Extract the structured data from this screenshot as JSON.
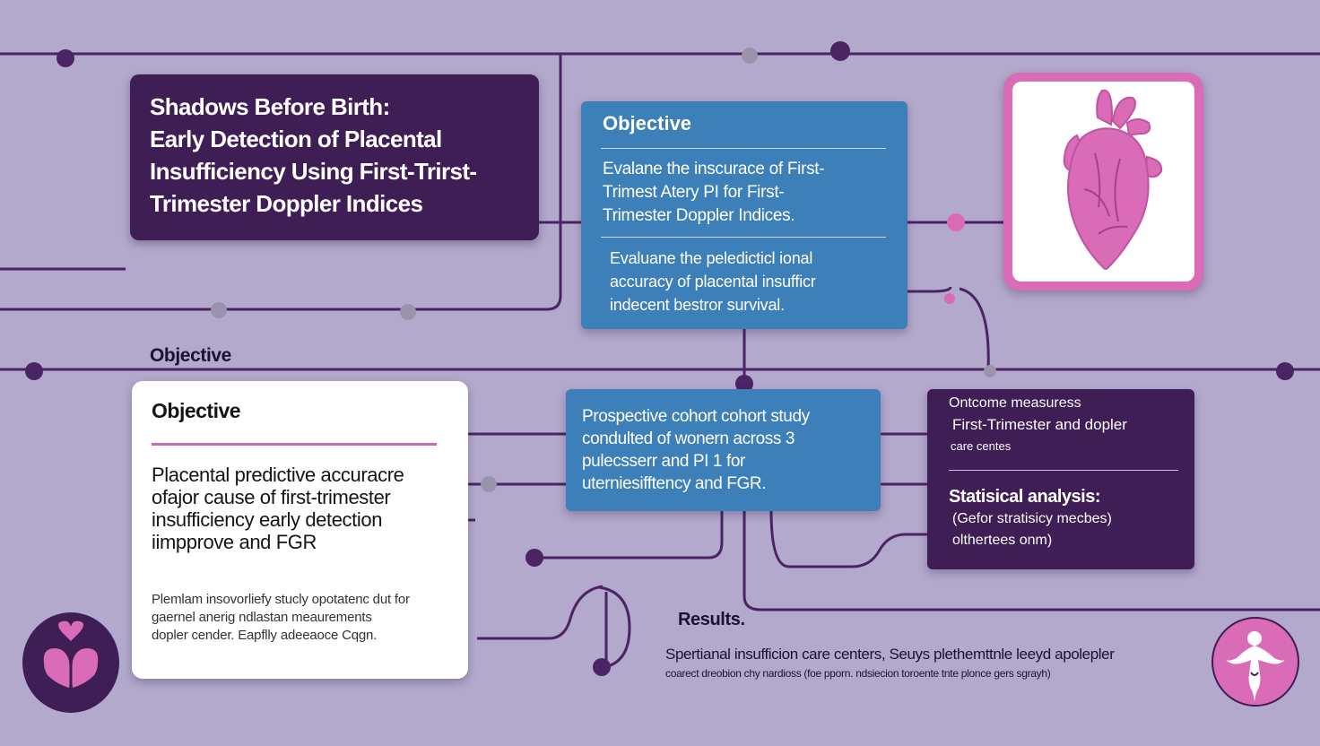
{
  "colors": {
    "background": "#b3a9cc",
    "dark_purple": "#3f1d55",
    "blue": "#3d7fb8",
    "pink": "#d96bb7",
    "white": "#ffffff",
    "connector": "#4a2463",
    "grey_node": "#9a93ac"
  },
  "title": {
    "lines": [
      "Shadows Before Birth:",
      "Early Detection of Placental",
      "Insufficiency Using First-Trirst-",
      "Trimester Doppler Indices"
    ]
  },
  "objective_blue": {
    "heading": "Objective",
    "para1": [
      "Evalane the inscurace of First-",
      "Trimest Atery PI for First-",
      "Trimester Doppler Indices."
    ],
    "para2": [
      "Evaluane the peledicticl ional",
      "accuracy of placental insufficr",
      "indecent bestror survival."
    ]
  },
  "heart_card": {
    "icon": "anatomical-heart-icon"
  },
  "floating_label": "Objective",
  "objective_white": {
    "heading": "Objective",
    "para1": [
      "Placental predictive accuracre",
      "ofajor cause of first-trimester",
      "insufficiency early detection",
      "iimpprove  and FGR"
    ],
    "para2": [
      "Plemlam insovorliefy stucly opotatenc dut for",
      "gaernel anerig ndlastan meaurements",
      "dopler cender. Eapflly adeeaoce Cqgn."
    ]
  },
  "methods": {
    "lines": [
      "Prospective cohort cohort study",
      "condulted of wonern across 3",
      "pulecsserr and PI 1 for",
      "uterniesifftency and FGR."
    ]
  },
  "outcome": {
    "line1": "Ontcome measuress",
    "line2": "First-Trimester and dopler",
    "line3": "care centes",
    "stats_heading": "Statisical analysis:",
    "stats_line1": "(Gefor stratisicy mecbes)",
    "stats_line2": "olthertees onm)"
  },
  "results": {
    "label": "Results.",
    "line1": "Spertianal insufficion care centers, Seuys plethemttnle leeyd apolepler",
    "line2": "coarect dreobion chy nardioss (foe pporn. ndsiecion toroente tnte plonce gers sgrayh)"
  },
  "badges": {
    "left_icon": "heart-uterus-icon",
    "right_icon": "fetus-icon"
  }
}
